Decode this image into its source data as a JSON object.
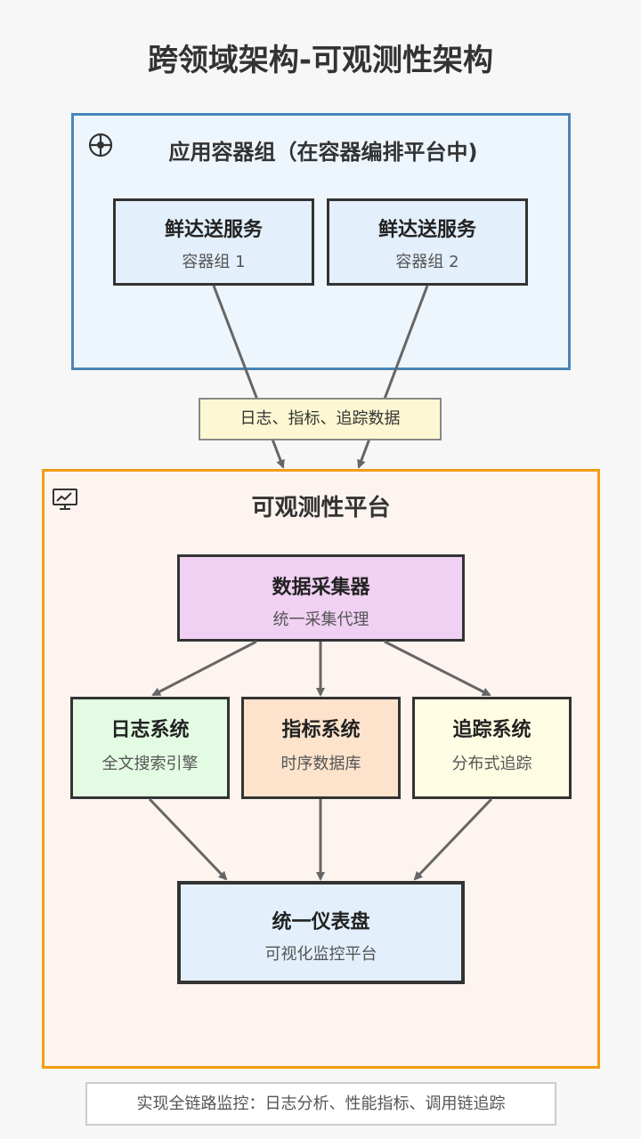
{
  "title": "跨领域架构-可观测性架构",
  "app_group": {
    "icon": "crosshair-icon",
    "title": "应用容器组（在容器编排平台中)",
    "services": [
      {
        "name": "鲜达送服务",
        "sub": "容器组 1"
      },
      {
        "name": "鲜达送服务",
        "sub": "容器组 2"
      }
    ]
  },
  "edge_label": "日志、指标、追踪数据",
  "obs_group": {
    "icon": "monitor-chart-icon",
    "title": "可观测性平台",
    "collector": {
      "name": "数据采集器",
      "sub": "统一采集代理"
    },
    "logs": {
      "name": "日志系统",
      "sub": "全文搜索引擎"
    },
    "metrics": {
      "name": "指标系统",
      "sub": "时序数据库"
    },
    "traces": {
      "name": "追踪系统",
      "sub": "分布式追踪"
    },
    "dashboard": {
      "name": "统一仪表盘",
      "sub": "可视化监控平台"
    }
  },
  "footer": "实现全链路监控：日志分析、性能指标、调用链追踪",
  "colors": {
    "app_border": "#4a86b8",
    "obs_border": "#f39c12",
    "arrow": "#666666"
  }
}
